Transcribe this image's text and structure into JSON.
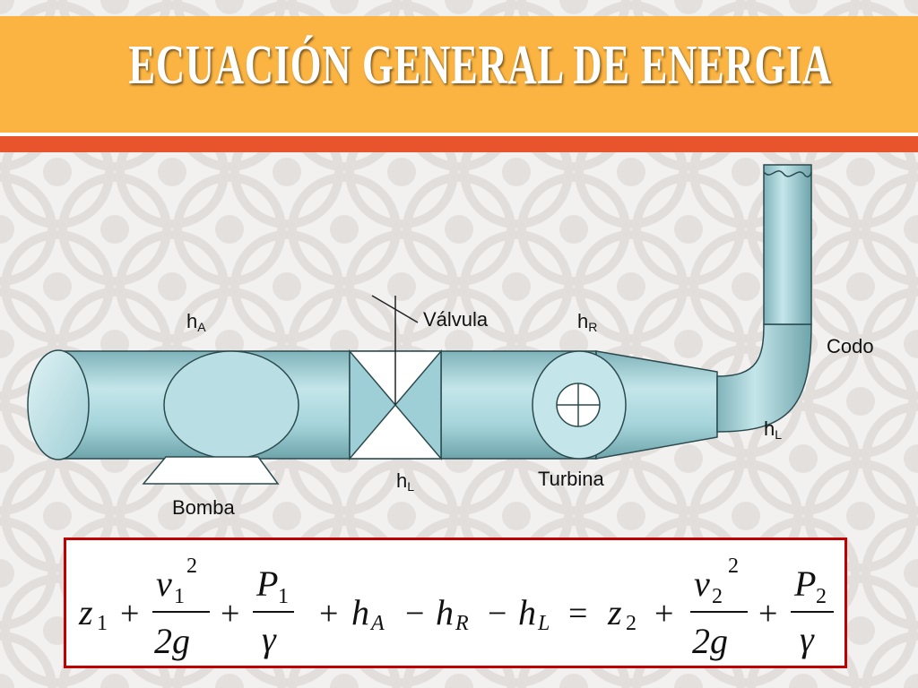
{
  "title": "ECUACIÓN GENERAL DE ENERGIA",
  "labels": {
    "hA_main": "h",
    "hA_sub": "A",
    "valvula": "Válvula",
    "hR_main": "h",
    "hR_sub": "R",
    "codo": "Codo",
    "hL1_main": "h",
    "hL1_sub": "L",
    "hL2_main": "h",
    "hL2_sub": "L",
    "turbina": "Turbina",
    "bomba": "Bomba"
  },
  "equation": {
    "z1": "z",
    "z1_sub": "1",
    "v1": "v",
    "v1_sub": "1",
    "v1_exp": "2",
    "den_2g_left": "2g",
    "P1": "P",
    "P1_sub": "1",
    "gamma_left": "γ",
    "hA": "h",
    "hA_sub": "A",
    "hR": "h",
    "hR_sub": "R",
    "hL": "h",
    "hL_sub": "L",
    "z2": "z",
    "z2_sub": "2",
    "v2": "v",
    "v2_sub": "2",
    "v2_exp": "2",
    "den_2g_right": "2g",
    "P2": "P",
    "P2_sub": "2",
    "gamma_right": "γ",
    "plus": "+",
    "minus": "−",
    "equals": "="
  },
  "colors": {
    "title_band": "#fbb442",
    "red_band": "#e8542c",
    "pipe": "#9fcfd6",
    "pipe_dark": "#5f9ea6",
    "box_border": "#c00000"
  }
}
